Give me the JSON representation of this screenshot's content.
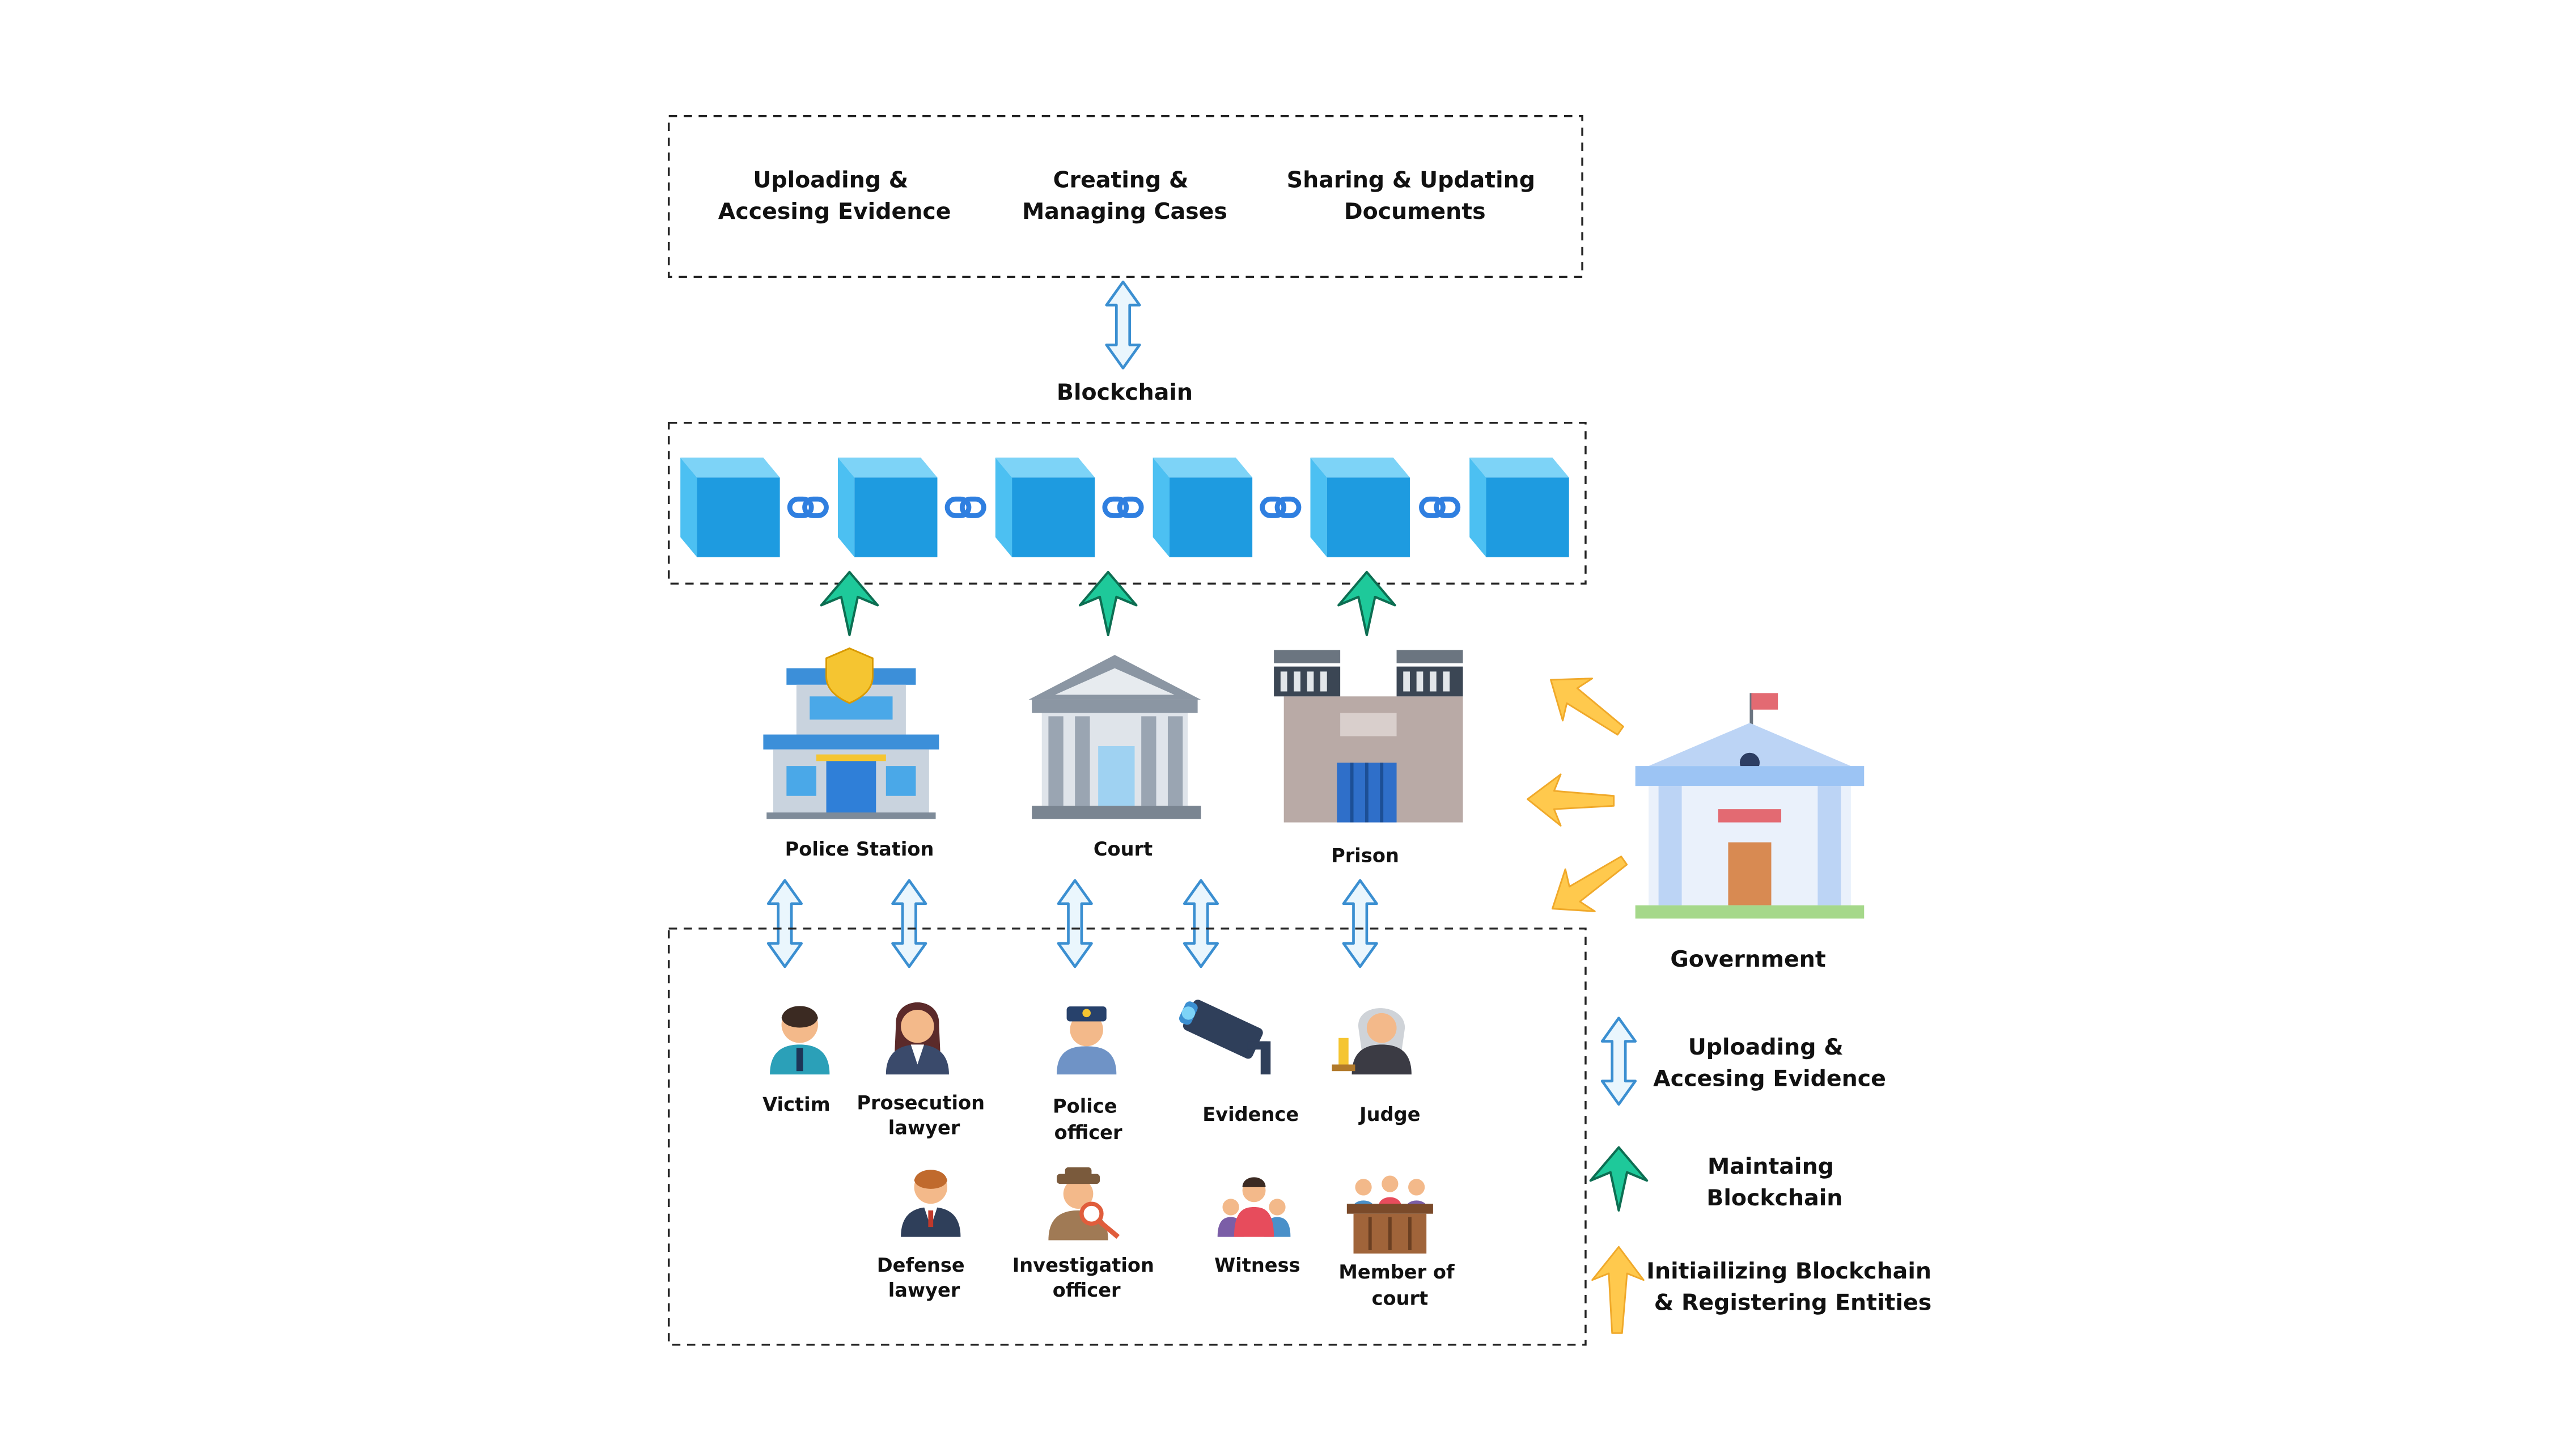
{
  "colors": {
    "cube_front": "#1e9be0",
    "cube_top": "#7dd3f7",
    "cube_side": "#4cc0f2",
    "link": "#2f7fe0",
    "io_arrow_fill": "#eaf6fd",
    "io_arrow_stroke": "#3b8fd1",
    "maintain_arrow": "#1ec99a",
    "init_arrow": "#ffc94d"
  },
  "services": {
    "upload": [
      "Uploading &",
      "Accesing Evidence"
    ],
    "cases": [
      "Creating &",
      "Managing Cases"
    ],
    "docs": [
      "Sharing & Updating",
      "Documents"
    ]
  },
  "blockchain_label": "Blockchain",
  "institutions": {
    "police_station": "Police Station",
    "court": "Court",
    "prison": "Prison",
    "government": "Government"
  },
  "entities": {
    "victim": [
      "Victim"
    ],
    "prosecution_lawyer": [
      "Prosecution",
      "lawyer"
    ],
    "police_officer": [
      "Police",
      "officer"
    ],
    "evidence": [
      "Evidence"
    ],
    "judge": [
      "Judge"
    ],
    "defense_lawyer": [
      "Defense",
      "lawyer"
    ],
    "investigation_officer": [
      "Investigation",
      "officer"
    ],
    "witness": [
      "Witness"
    ],
    "member_of_court": [
      "Member of",
      "court"
    ]
  },
  "legend": {
    "io": [
      "Uploading &",
      "Accesing Evidence"
    ],
    "maintain": [
      "Maintaing",
      "Blockchain"
    ],
    "init": [
      "Initiailizing Blockchain",
      "& Registering Entities"
    ]
  }
}
